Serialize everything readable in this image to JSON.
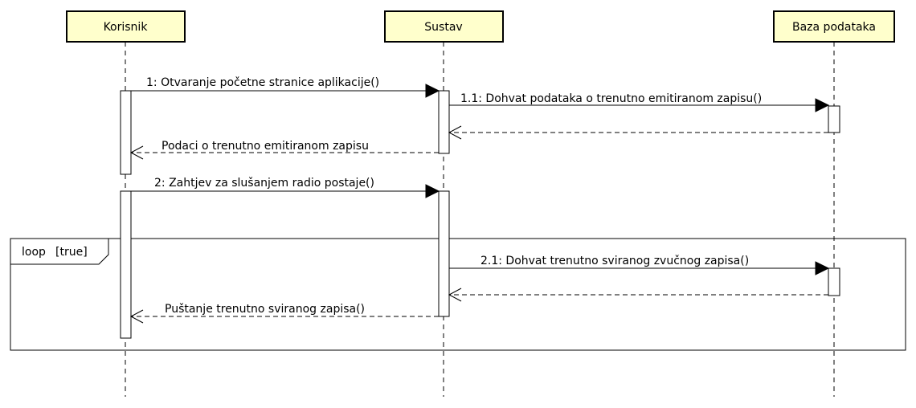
{
  "participants": [
    {
      "id": "korisnik",
      "label": "Korisnik"
    },
    {
      "id": "sustav",
      "label": "Sustav"
    },
    {
      "id": "baza",
      "label": "Baza podataka"
    }
  ],
  "messages": [
    {
      "from": "korisnik",
      "to": "sustav",
      "label": "1: Otvaranje početne stranice aplikacije()",
      "style": "sync"
    },
    {
      "from": "sustav",
      "to": "baza",
      "label": "1.1: Dohvat podataka o trenutno emitiranom zapisu()",
      "style": "sync"
    },
    {
      "from": "baza",
      "to": "sustav",
      "label": "",
      "style": "return"
    },
    {
      "from": "sustav",
      "to": "korisnik",
      "label": "Podaci o trenutno emitiranom zapisu",
      "style": "return"
    },
    {
      "from": "korisnik",
      "to": "sustav",
      "label": "2: Zahtjev za slušanjem radio postaje()",
      "style": "sync"
    },
    {
      "from": "sustav",
      "to": "baza",
      "label": "2.1: Dohvat trenutno sviranog zvučnog zapisa()",
      "style": "sync"
    },
    {
      "from": "baza",
      "to": "sustav",
      "label": "",
      "style": "return"
    },
    {
      "from": "sustav",
      "to": "korisnik",
      "label": "Puštanje trenutno sviranog zapisa()",
      "style": "return"
    }
  ],
  "fragment": {
    "operator": "loop",
    "guard": "[true]"
  }
}
